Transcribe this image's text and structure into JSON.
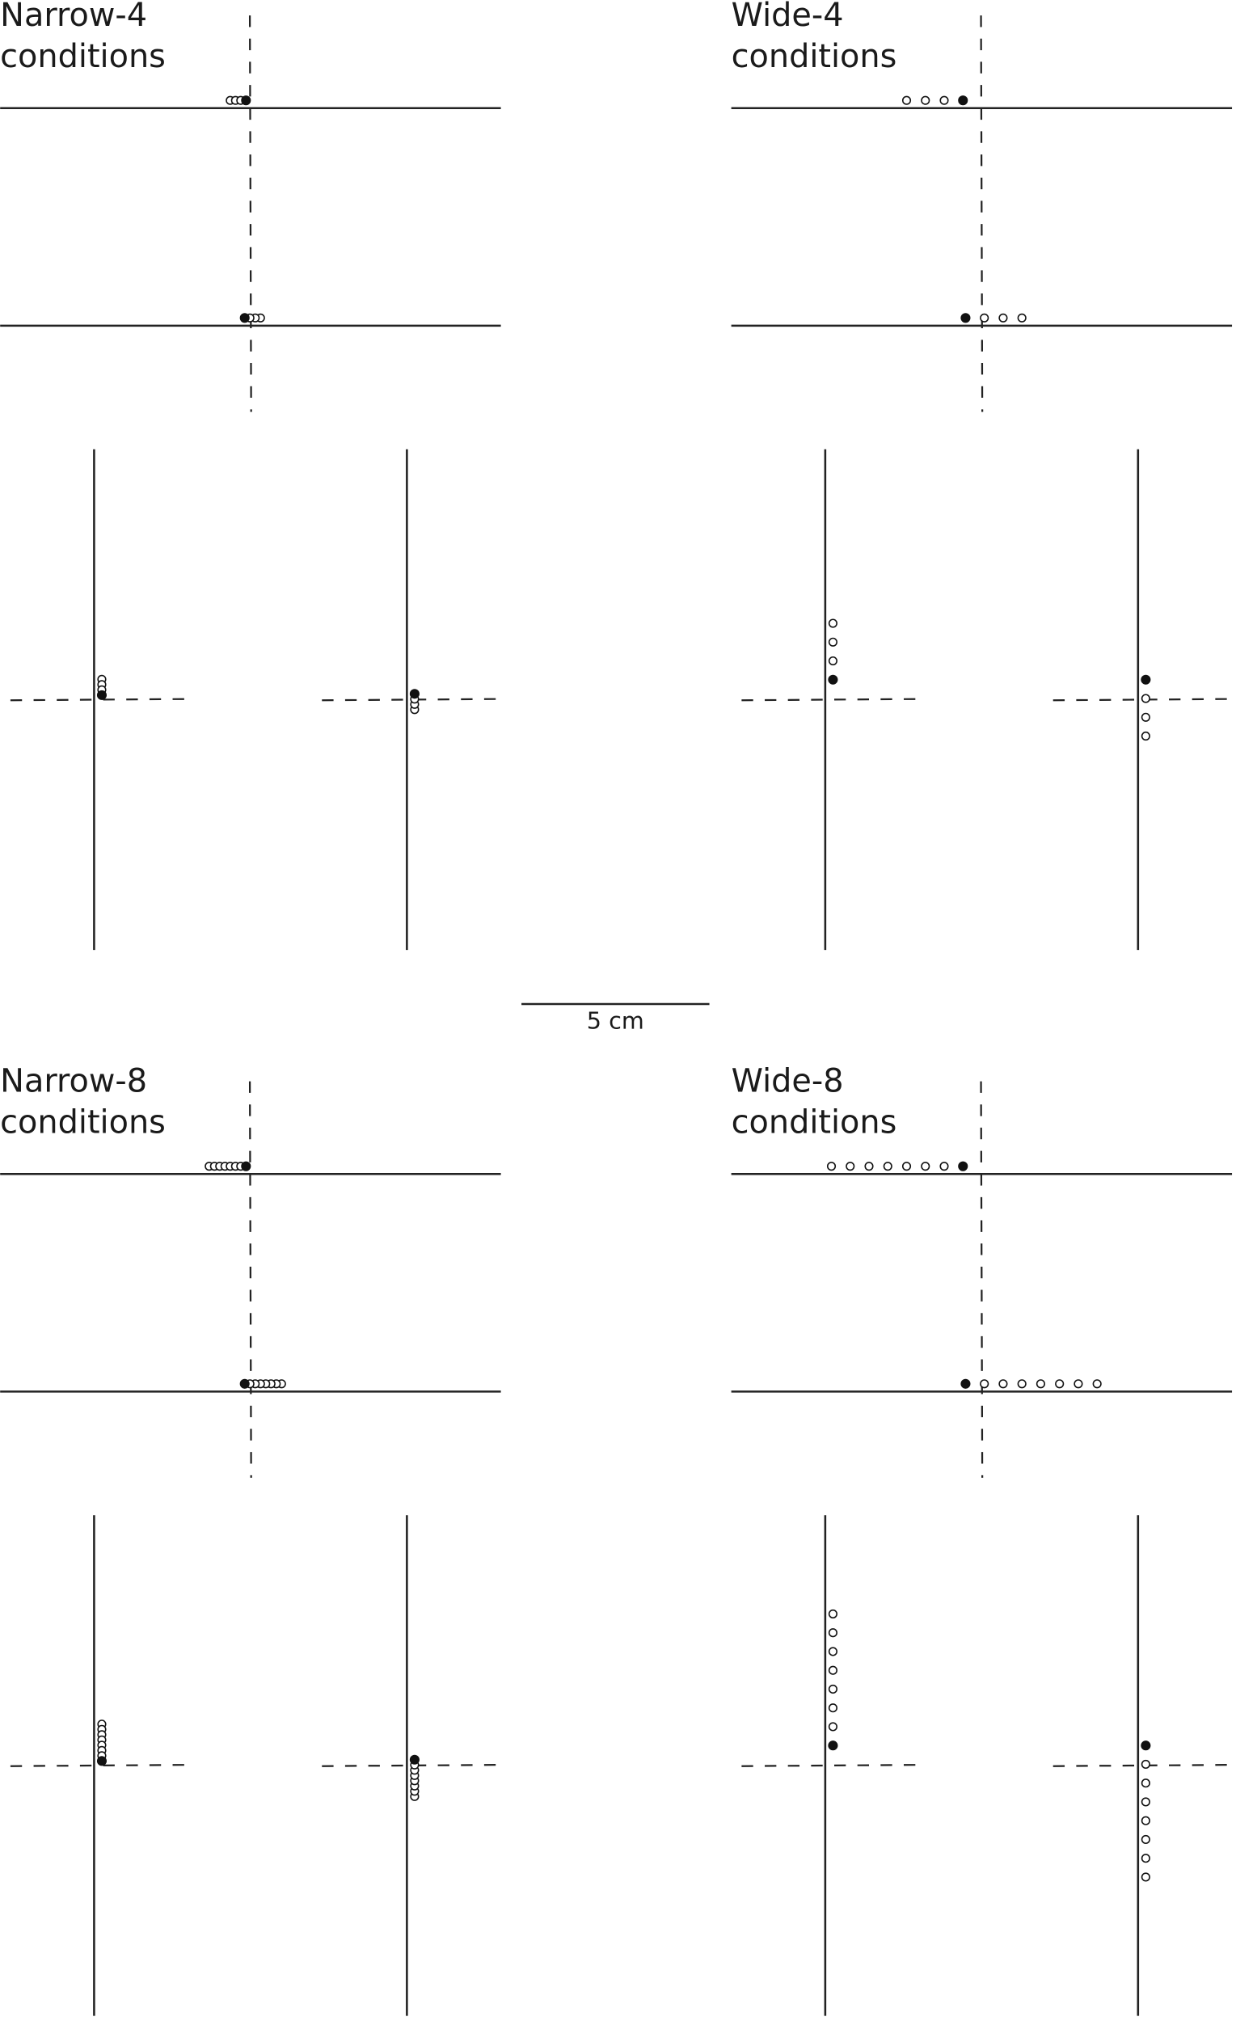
{
  "panels": [
    {
      "title_line1": "Narrow-4",
      "title_line2": "conditions",
      "count": 4,
      "spacing_cm": 0.14
    },
    {
      "title_line1": "Wide-4",
      "title_line2": "conditions",
      "count": 4,
      "spacing_cm": 0.5
    },
    {
      "title_line1": "Narrow-8",
      "title_line2": "conditions",
      "count": 8,
      "spacing_cm": 0.14
    },
    {
      "title_line1": "Wide-8",
      "title_line2": "conditions",
      "count": 8,
      "spacing_cm": 0.5
    }
  ],
  "scale_bar": {
    "label": "5 cm",
    "length_cm": 5
  },
  "legend_markers": {
    "filled": "#111111",
    "open": "#ffffff"
  }
}
